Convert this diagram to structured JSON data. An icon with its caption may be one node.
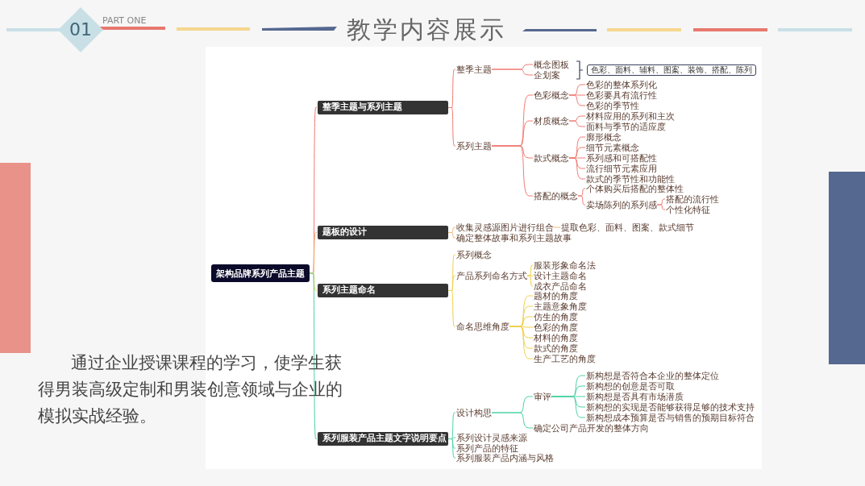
{
  "diagram": {
    "title": "教学内容展示",
    "nodes": [
      {
        "text": [
          "架构品牌系列产品主题"
        ]
      },
      {
        "text": [
          "整季主题与系列主题"
        ]
      },
      {
        "text": [
          "题板的设计"
        ]
      },
      {
        "text": [
          "系列主题命名"
        ]
      },
      {
        "text": [
          "系列服装产品主题文字说明要点"
        ]
      },
      {
        "text": [
          "整季主题"
        ]
      },
      {
        "text": [
          "系列主题"
        ]
      },
      {
        "text": [
          "概念图板"
        ]
      },
      {
        "text": [
          "企划案"
        ]
      },
      {
        "text": [
          "色彩、面料、辅料、图案、装饰、搭配、陈列"
        ]
      },
      {
        "text": [
          "色彩概念"
        ]
      },
      {
        "text": [
          "材质概念"
        ]
      },
      {
        "text": [
          "款式概念"
        ]
      },
      {
        "text": [
          "搭配的概念"
        ]
      },
      {
        "text": [
          "色彩的整体系列化"
        ]
      },
      {
        "text": [
          "色彩要具有流行性"
        ]
      },
      {
        "text": [
          "色彩的季节性"
        ]
      },
      {
        "text": [
          "材料应用的系列和主次"
        ]
      },
      {
        "text": [
          "面料与季节的适应度"
        ]
      },
      {
        "text": [
          "廓形概念"
        ]
      },
      {
        "text": [
          "细节元素概念"
        ]
      },
      {
        "text": [
          "系列感和可搭配性"
        ]
      },
      {
        "text": [
          "流行细节元素应用"
        ]
      },
      {
        "text": [
          "款式的季节性和功能性"
        ]
      },
      {
        "text": [
          "个体购买后搭配的整体性"
        ]
      },
      {
        "text": [
          "卖场陈列的系列感"
        ]
      },
      {
        "text": [
          "搭配的流行性"
        ]
      },
      {
        "text": [
          "个性化特征"
        ]
      },
      {
        "text": [
          "收集灵感源图片进行组合"
        ]
      },
      {
        "text": [
          "确定整体故事和系列主题故事"
        ]
      },
      {
        "text": [
          "提取色彩、面料、图案、款式细节"
        ]
      },
      {
        "text": [
          "系列概念"
        ]
      },
      {
        "text": [
          "产品系列命名方式"
        ]
      },
      {
        "text": [
          "命名思维角度"
        ]
      },
      {
        "text": [
          "服装形象命名法"
        ]
      },
      {
        "text": [
          "设计主题命名"
        ]
      },
      {
        "text": [
          "成衣产品命名"
        ]
      },
      {
        "text": [
          "题材的角度"
        ]
      },
      {
        "text": [
          "主题意象角度"
        ]
      },
      {
        "text": [
          "仿生的角度"
        ]
      },
      {
        "text": [
          "色彩的角度"
        ]
      },
      {
        "text": [
          "材料的角度"
        ]
      },
      {
        "text": [
          "款式的角度"
        ]
      },
      {
        "text": [
          "生产工艺的角度"
        ]
      },
      {
        "text": [
          "设计构思"
        ]
      },
      {
        "text": [
          "系列设计灵感来源"
        ]
      },
      {
        "text": [
          "系列产品的特征"
        ]
      },
      {
        "text": [
          "系列服装产品内涵与风格"
        ]
      },
      {
        "text": [
          "审评"
        ]
      },
      {
        "text": [
          "确定公司产品开发的整体方向"
        ]
      },
      {
        "text": [
          "新构想是否符合本企业的整体定位"
        ]
      },
      {
        "text": [
          "新构想的创意是否可取"
        ]
      },
      {
        "text": [
          "新构想是否具有市场潜质"
        ]
      },
      {
        "text": [
          "新构想的实现是否能够获得足够的技术支持"
        ]
      },
      {
        "text": [
          "新构想成本预算是否与销售的预期目标符合"
        ]
      }
    ],
    "edges": [
      {
        "from": 0,
        "to": 1,
        "arrow": "none",
        "color": "#f07a72"
      },
      {
        "from": 0,
        "to": 2,
        "arrow": "none",
        "color": "#f5b577"
      },
      {
        "from": 0,
        "to": 3,
        "arrow": "none",
        "color": "#f2d04a"
      },
      {
        "from": 0,
        "to": 4,
        "arrow": "none",
        "color": "#4cd3a4"
      },
      {
        "from": 1,
        "to": 5,
        "arrow": "none",
        "color": "#f07a72"
      },
      {
        "from": 1,
        "to": 6,
        "arrow": "none",
        "color": "#f07a72"
      },
      {
        "from": 5,
        "to": 7,
        "arrow": "none",
        "color": "#f07a72"
      },
      {
        "from": 5,
        "to": 8,
        "arrow": "none",
        "color": "#f07a72"
      },
      {
        "from": 6,
        "to": 10,
        "arrow": "none",
        "color": "#f07a72"
      },
      {
        "from": 6,
        "to": 11,
        "arrow": "none",
        "color": "#f07a72"
      },
      {
        "from": 6,
        "to": 12,
        "arrow": "none",
        "color": "#f07a72"
      },
      {
        "from": 6,
        "to": 13,
        "arrow": "none",
        "color": "#f07a72"
      },
      {
        "from": 10,
        "to": 14,
        "arrow": "none",
        "color": "#f07a72"
      },
      {
        "from": 10,
        "to": 15,
        "arrow": "none",
        "color": "#f07a72"
      },
      {
        "from": 10,
        "to": 16,
        "arrow": "none",
        "color": "#f07a72"
      },
      {
        "from": 11,
        "to": 17,
        "arrow": "none",
        "color": "#f07a72"
      },
      {
        "from": 11,
        "to": 18,
        "arrow": "none",
        "color": "#f07a72"
      },
      {
        "from": 12,
        "to": 19,
        "arrow": "none",
        "color": "#f07a72"
      },
      {
        "from": 12,
        "to": 20,
        "arrow": "none",
        "color": "#f07a72"
      },
      {
        "from": 12,
        "to": 21,
        "arrow": "none",
        "color": "#f07a72"
      },
      {
        "from": 12,
        "to": 22,
        "arrow": "none",
        "color": "#f07a72"
      },
      {
        "from": 12,
        "to": 23,
        "arrow": "none",
        "color": "#f07a72"
      },
      {
        "from": 13,
        "to": 24,
        "arrow": "none",
        "color": "#f07a72"
      },
      {
        "from": 13,
        "to": 25,
        "arrow": "none",
        "color": "#f07a72"
      },
      {
        "from": 25,
        "to": 26,
        "arrow": "none",
        "color": "#f07a72"
      },
      {
        "from": 25,
        "to": 27,
        "arrow": "none",
        "color": "#f07a72"
      },
      {
        "from": 2,
        "to": 28,
        "arrow": "none",
        "color": "#f5b577"
      },
      {
        "from": 2,
        "to": 29,
        "arrow": "none",
        "color": "#f5b577"
      },
      {
        "from": 28,
        "to": 30,
        "arrow": "none",
        "color": "#f5b577"
      },
      {
        "from": 3,
        "to": 31,
        "arrow": "none",
        "color": "#f2d04a"
      },
      {
        "from": 3,
        "to": 32,
        "arrow": "none",
        "color": "#f2d04a"
      },
      {
        "from": 3,
        "to": 33,
        "arrow": "none",
        "color": "#f2d04a"
      },
      {
        "from": 32,
        "to": 34,
        "arrow": "none",
        "color": "#f2d04a"
      },
      {
        "from": 32,
        "to": 35,
        "arrow": "none",
        "color": "#f2d04a"
      },
      {
        "from": 32,
        "to": 36,
        "arrow": "none",
        "color": "#f2d04a"
      },
      {
        "from": 33,
        "to": 37,
        "arrow": "none",
        "color": "#f2d04a"
      },
      {
        "from": 33,
        "to": 38,
        "arrow": "none",
        "color": "#f2d04a"
      },
      {
        "from": 33,
        "to": 39,
        "arrow": "none",
        "color": "#f2d04a"
      },
      {
        "from": 33,
        "to": 40,
        "arrow": "none",
        "color": "#f2d04a"
      },
      {
        "from": 33,
        "to": 41,
        "arrow": "none",
        "color": "#f2d04a"
      },
      {
        "from": 33,
        "to": 42,
        "arrow": "none",
        "color": "#f2d04a"
      },
      {
        "from": 33,
        "to": 43,
        "arrow": "none",
        "color": "#f2d04a"
      },
      {
        "from": 4,
        "to": 44,
        "arrow": "none",
        "color": "#4cd3a4"
      },
      {
        "from": 4,
        "to": 45,
        "arrow": "none",
        "color": "#4cd3a4"
      },
      {
        "from": 4,
        "to": 46,
        "arrow": "none",
        "color": "#4cd3a4"
      },
      {
        "from": 4,
        "to": 47,
        "arrow": "none",
        "color": "#4cd3a4"
      },
      {
        "from": 44,
        "to": 48,
        "arrow": "none",
        "color": "#4cd3a4"
      },
      {
        "from": 44,
        "to": 49,
        "arrow": "none",
        "color": "#4cd3a4"
      },
      {
        "from": 48,
        "to": 50,
        "arrow": "none",
        "color": "#4cd3a4"
      },
      {
        "from": 48,
        "to": 51,
        "arrow": "none",
        "color": "#4cd3a4"
      },
      {
        "from": 48,
        "to": 52,
        "arrow": "none",
        "color": "#4cd3a4"
      },
      {
        "from": 48,
        "to": 53,
        "arrow": "none",
        "color": "#4cd3a4"
      },
      {
        "from": 48,
        "to": 54,
        "arrow": "none",
        "color": "#4cd3a4"
      }
    ],
    "labels": [
      "01",
      "PART ONE",
      "通过企业授课课程的学习，使学生获得男装高级定制和男装创意领域与企业的模拟实战经验。"
    ]
  }
}
